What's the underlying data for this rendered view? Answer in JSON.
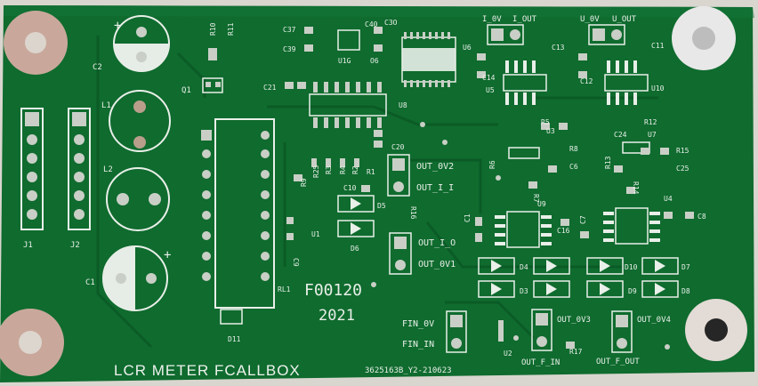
{
  "board": {
    "title": "LCR METER FCALLBOX",
    "part_number": "F00120",
    "year": "2021",
    "lot_code": "3625163B_Y2-210623"
  },
  "connectors": {
    "i_0v": "I_0V",
    "i_out": "I_OUT",
    "u_0v": "U_0V",
    "u_out": "U_OUT",
    "out_0v2": "OUT_0V2",
    "out_i_i": "OUT_I_I",
    "out_i_o": "OUT_I_O",
    "out_0v1": "OUT_0V1",
    "fin_0v": "FIN_0V",
    "fin_in": "FIN_IN",
    "out_0v3": "OUT_0V3",
    "out_f_in": "OUT_F_IN",
    "out_0v4": "OUT_0V4",
    "out_f_out": "OUT_F_OUT"
  },
  "refs": {
    "j1": "J1",
    "j2": "J2",
    "c1": "C1",
    "c2": "C2",
    "l1": "L1",
    "l2": "L2",
    "r1": "R1",
    "r10": "R10",
    "r11": "R11",
    "q1": "Q1",
    "c37": "C37",
    "c39": "C39",
    "c40": "C40",
    "c30": "C3O",
    "u1g": "U1G",
    "o6": "O6",
    "u6": "U6",
    "c21": "C21",
    "u8": "U8",
    "c20": "C20",
    "r25": "R25",
    "r3": "R3",
    "r4": "R4",
    "r2": "R2",
    "r9": "R9",
    "c10": "C10",
    "d5": "D5",
    "d6": "D6",
    "u1": "U1",
    "c9": "C9",
    "r16": "R16",
    "rl1": "RL1",
    "d11": "D11",
    "c13": "C13",
    "c14": "C14",
    "u5": "U5",
    "c12": "C12",
    "u10": "U10",
    "c11": "C11",
    "r5": "R5",
    "u3": "U3",
    "r6": "R6",
    "r8": "R8",
    "c6": "C6",
    "r7": "R7",
    "r12": "R12",
    "u7": "U7",
    "c24": "C24",
    "r15": "R15",
    "r13": "R13",
    "c25": "C25",
    "r14": "R14",
    "u4": "U4",
    "c8": "C8",
    "u9": "U9",
    "c16": "C16",
    "c7": "C7",
    "c15": "C1",
    "d4": "D4",
    "d3": "D3",
    "d10": "D10",
    "d9": "D9",
    "d7": "D7",
    "d8": "D8",
    "u2": "U2",
    "r17": "R17"
  },
  "colors": {
    "background": "#d9d6cf",
    "pcb": "#0f6b2e",
    "pcb_dark": "#0a5524",
    "silkscreen": "#e9efe9",
    "pad": "#c9cfc6",
    "pad_hole": "#2b2b2b",
    "copper_mount": "#c9a89b",
    "mount_bright": "#e8e8e8"
  },
  "icons": {
    "mount_holes": "mounting-hole-icon",
    "capacitor": "electrolytic-capacitor-icon",
    "inductor": "inductor-icon",
    "diode": "diode-icon",
    "ic": "ic-footprint-icon"
  }
}
